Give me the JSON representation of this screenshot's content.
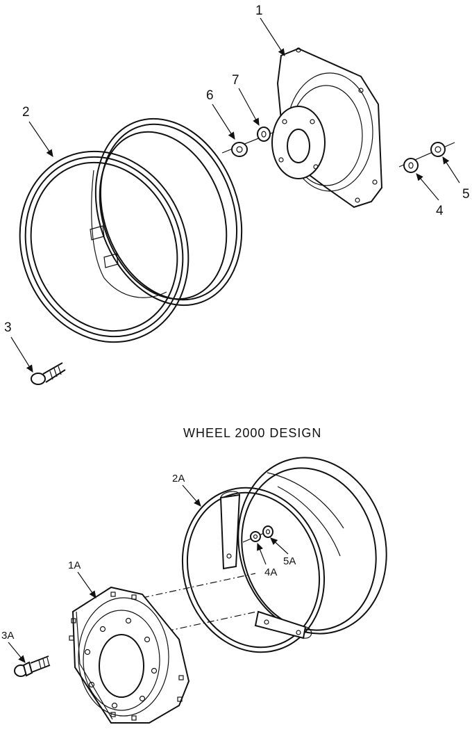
{
  "caption": "WHEEL 2000 DESIGN",
  "callouts_top": [
    {
      "id": "c1",
      "text": "1"
    },
    {
      "id": "c2",
      "text": "2"
    },
    {
      "id": "c3",
      "text": "3"
    },
    {
      "id": "c4",
      "text": "4"
    },
    {
      "id": "c5",
      "text": "5"
    },
    {
      "id": "c6",
      "text": "6"
    },
    {
      "id": "c7",
      "text": "7"
    }
  ],
  "callouts_bottom": [
    {
      "id": "c1a",
      "text": "1A"
    },
    {
      "id": "c2a",
      "text": "2A"
    },
    {
      "id": "c3a",
      "text": "3A"
    },
    {
      "id": "c4a",
      "text": "4A"
    },
    {
      "id": "c5a",
      "text": "5A"
    }
  ]
}
